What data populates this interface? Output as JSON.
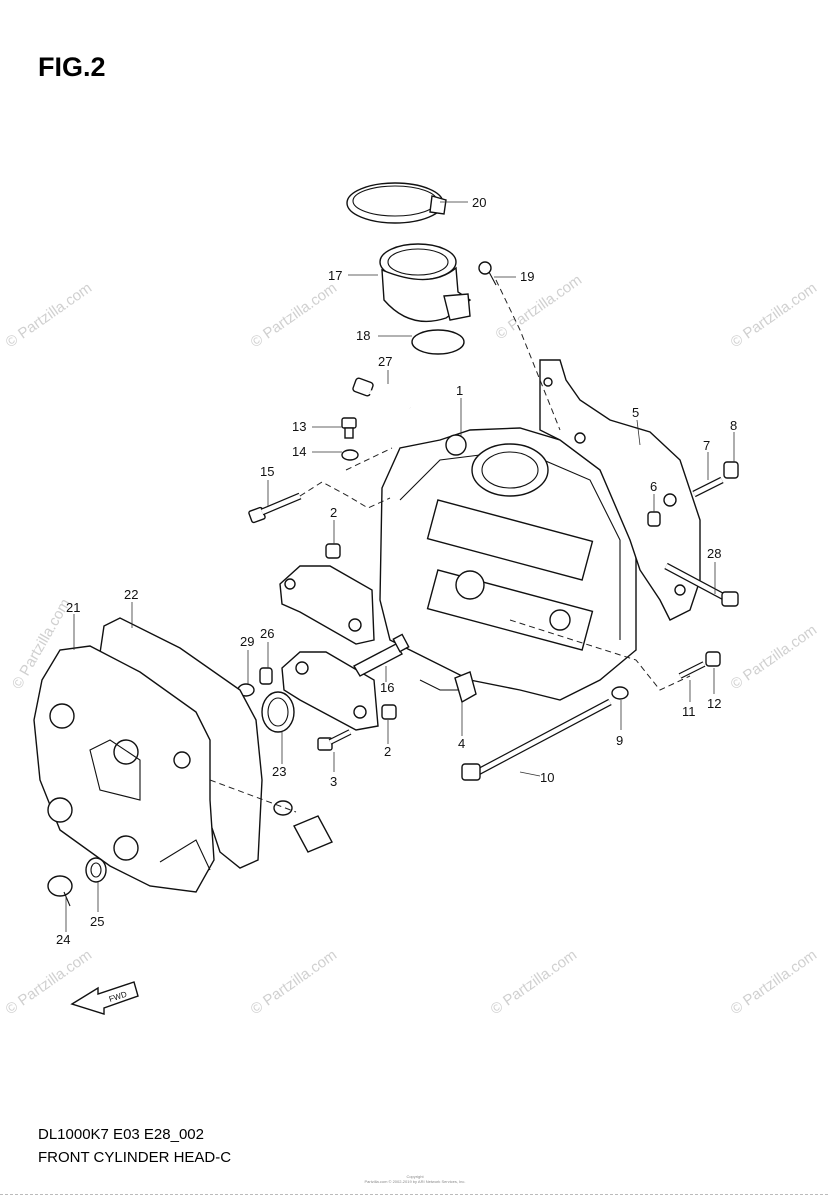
{
  "figure": {
    "title": "FIG.2",
    "model_code": "DL1000K7 E03 E28_002",
    "section_name": "FRONT CYLINDER HEAD-C",
    "copyright_line1": "Copyright",
    "copyright_line2": "Partzilla.com © 2002-2019 by ARI Network Services, Inc.",
    "watermark_text": "© Partzilla.com",
    "fwd_label": "FWD"
  },
  "callouts": [
    {
      "id": "c1",
      "label": "1"
    },
    {
      "id": "c2a",
      "label": "2"
    },
    {
      "id": "c2b",
      "label": "2"
    },
    {
      "id": "c3",
      "label": "3"
    },
    {
      "id": "c4",
      "label": "4"
    },
    {
      "id": "c5",
      "label": "5"
    },
    {
      "id": "c6",
      "label": "6"
    },
    {
      "id": "c7",
      "label": "7"
    },
    {
      "id": "c8",
      "label": "8"
    },
    {
      "id": "c9",
      "label": "9"
    },
    {
      "id": "c10",
      "label": "10"
    },
    {
      "id": "c11",
      "label": "11"
    },
    {
      "id": "c12",
      "label": "12"
    },
    {
      "id": "c13",
      "label": "13"
    },
    {
      "id": "c14",
      "label": "14"
    },
    {
      "id": "c15",
      "label": "15"
    },
    {
      "id": "c16",
      "label": "16"
    },
    {
      "id": "c17",
      "label": "17"
    },
    {
      "id": "c18",
      "label": "18"
    },
    {
      "id": "c19",
      "label": "19"
    },
    {
      "id": "c20",
      "label": "20"
    },
    {
      "id": "c21",
      "label": "21"
    },
    {
      "id": "c22",
      "label": "22"
    },
    {
      "id": "c23",
      "label": "23"
    },
    {
      "id": "c24",
      "label": "24"
    },
    {
      "id": "c25",
      "label": "25"
    },
    {
      "id": "c26",
      "label": "26"
    },
    {
      "id": "c27a",
      "label": "27"
    },
    {
      "id": "c28",
      "label": "28"
    },
    {
      "id": "c29",
      "label": "29"
    }
  ]
}
